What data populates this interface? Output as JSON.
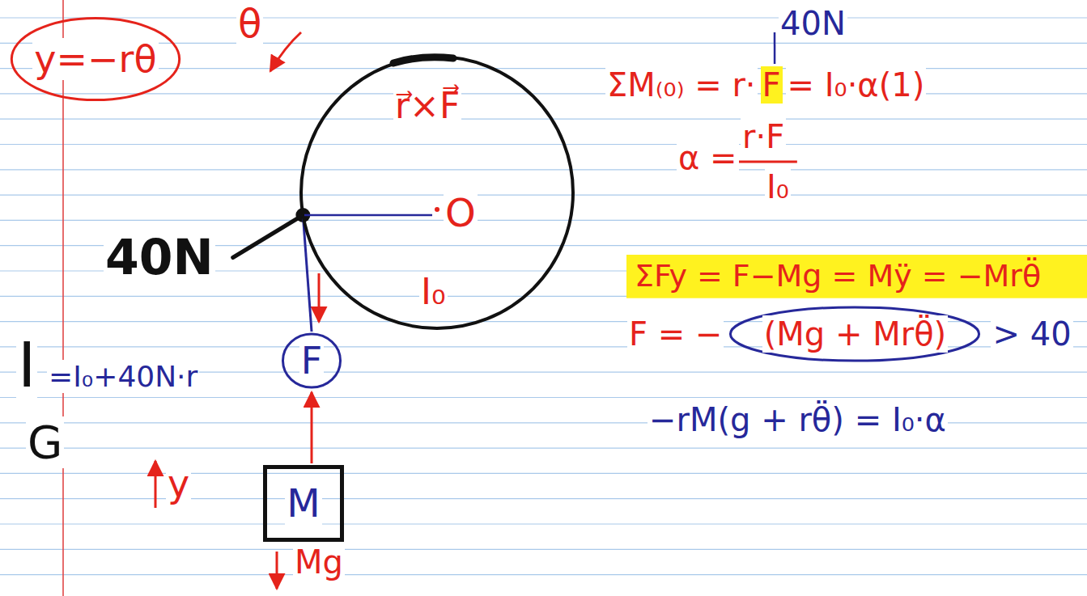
{
  "diagram": {
    "nodes": [
      {
        "text": [
          "y=−rθ"
        ]
      },
      {
        "text": [
          "r⃗×F⃗",
          "O",
          "I₀"
        ]
      },
      {
        "text": [
          "F"
        ]
      },
      {
        "text": [
          "M"
        ]
      },
      {
        "text": [
          "(Mg + Mrθ̈)"
        ]
      }
    ],
    "edges": [
      {
        "from": 1,
        "to": 2,
        "arrow": "none"
      },
      {
        "from": 3,
        "to": 2,
        "arrow": "to"
      }
    ],
    "labels": [
      "θ",
      "40N",
      "ΣM₍₀₎ = r·",
      "F",
      "= I₀·α(1)",
      "α =",
      "r·F",
      "I₀",
      "ΣFy = F−Mg = Mÿ = −Mrθ̈",
      "F = −",
      "> 40",
      "−rM(g + rθ̈) = I₀·α",
      "40N",
      "I",
      "G",
      "=I₀+40N·r",
      "y",
      "Mg"
    ]
  }
}
